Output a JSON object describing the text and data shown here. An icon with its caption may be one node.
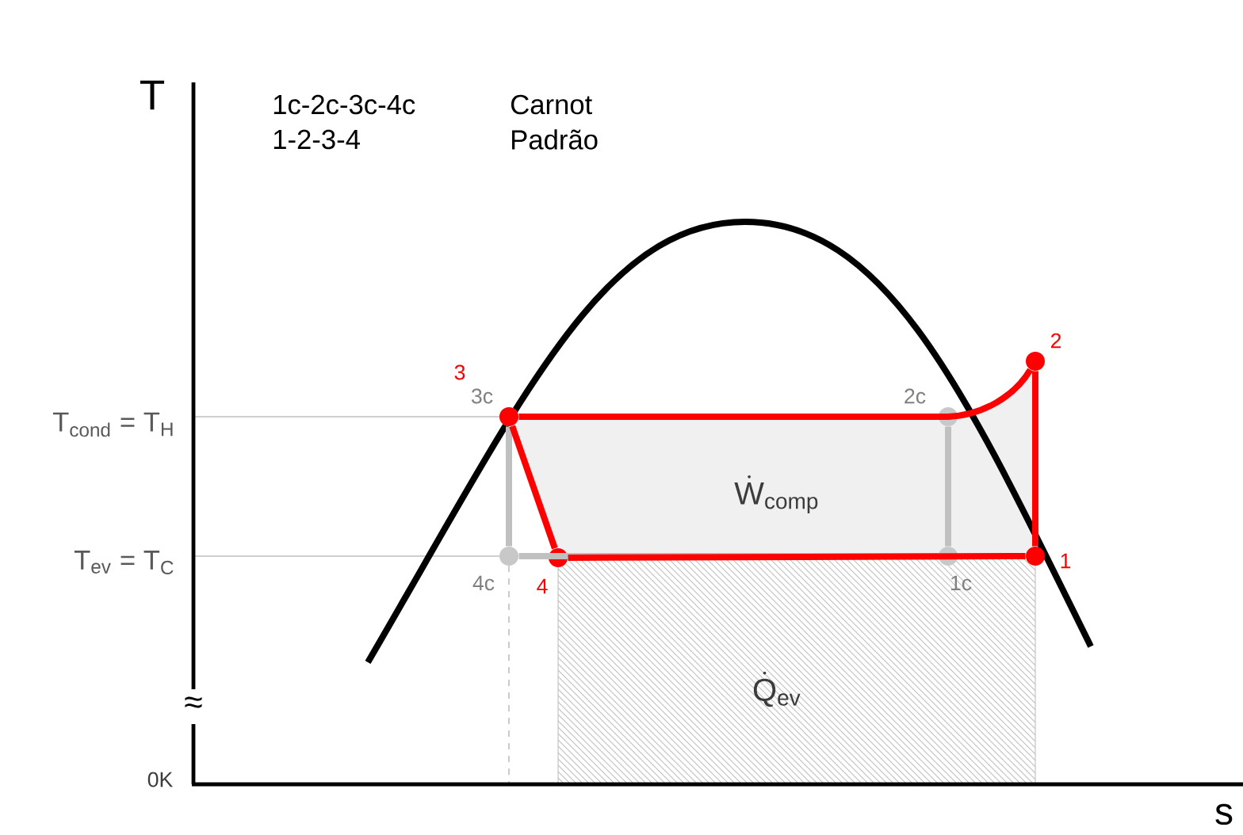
{
  "diagram": {
    "nodes": [
      {
        "text": [],
        "shape": "circle",
        "beside": [
          "1c"
        ]
      },
      {
        "text": [],
        "shape": "circle",
        "beside": [
          "2c"
        ]
      },
      {
        "text": [],
        "shape": "circle",
        "beside": [
          "3c"
        ]
      },
      {
        "text": [],
        "shape": "circle",
        "beside": [
          "4c"
        ]
      },
      {
        "text": [],
        "shape": "circle",
        "beside": [
          "1"
        ]
      },
      {
        "text": [],
        "shape": "circle",
        "beside": [
          "2"
        ]
      },
      {
        "text": [],
        "shape": "circle",
        "beside": [
          "3"
        ]
      },
      {
        "text": [],
        "shape": "circle",
        "beside": [
          "4"
        ]
      }
    ],
    "edges": [
      {
        "from": 2,
        "to": 1,
        "arrow": "none",
        "color": "#c0c0c0"
      },
      {
        "from": 1,
        "to": 0,
        "arrow": "none",
        "color": "#c0c0c0"
      },
      {
        "from": 0,
        "to": 3,
        "arrow": "none",
        "color": "#c0c0c0"
      },
      {
        "from": 3,
        "to": 2,
        "arrow": "none",
        "color": "#c0c0c0"
      },
      {
        "from": 4,
        "to": 5,
        "arrow": "none",
        "color": "#ff0000"
      },
      {
        "from": 5,
        "to": 6,
        "arrow": "none",
        "color": "#ff0000"
      },
      {
        "from": 6,
        "to": 7,
        "arrow": "none",
        "color": "#ff0000"
      },
      {
        "from": 7,
        "to": 4,
        "arrow": "none",
        "color": "#ff0000"
      }
    ],
    "labels": [
      "T",
      "1c-2c-3c-4c",
      "Carnot",
      "1-2-3-4",
      "Padrão",
      "T$_{cond}$ = T$_{H}$",
      "T$_{ev}$ = T$_{C}$",
      "\\dot{\\mathrm{W}}_{\\mathrm{comp}}",
      "\\dot{\\mathrm{Q}}_{\\mathrm{ev}}",
      "≈",
      "0K",
      "s"
    ]
  }
}
